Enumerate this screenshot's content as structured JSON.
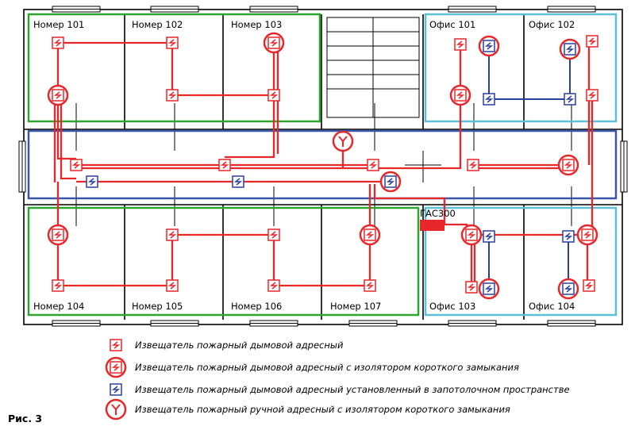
{
  "rooms": [
    {
      "id": "r101",
      "label": "Номер 101"
    },
    {
      "id": "r102",
      "label": "Номер 102"
    },
    {
      "id": "r103",
      "label": "Номер 103"
    },
    {
      "id": "r104",
      "label": "Номер 104"
    },
    {
      "id": "r105",
      "label": "Номер 105"
    },
    {
      "id": "r106",
      "label": "Номер 106"
    },
    {
      "id": "r107",
      "label": "Номер 107"
    },
    {
      "id": "o101",
      "label": "Офис 101"
    },
    {
      "id": "o102",
      "label": "Офис 102"
    },
    {
      "id": "o103",
      "label": "Офис 103"
    },
    {
      "id": "o104",
      "label": "Офис 104"
    }
  ],
  "panel": {
    "label": "ГАС300"
  },
  "legend": [
    {
      "symbol": "smoke",
      "text": "Извещатель пожарный дымовой адресный"
    },
    {
      "symbol": "smoke-isolator",
      "text": "Извещатель пожарный дымовой адресный с изолятором короткого замыкания"
    },
    {
      "symbol": "smoke-ceiling",
      "text": "Извещатель пожарный дымовой адресный установленный в запотолочном пространстве"
    },
    {
      "symbol": "manual-isolator",
      "text": "Извещатель пожарный ручной адресный с изолятором короткого замыкания"
    }
  ],
  "figure_label": "Рис. 3",
  "colors": {
    "loop_red": "#e8272a",
    "ceiling_blue": "#2b3f9c",
    "corridor_blue": "#3a56a8",
    "hotel_green": "#2ea52e",
    "office_cyan": "#5bc0d8",
    "wall": "#000000"
  }
}
